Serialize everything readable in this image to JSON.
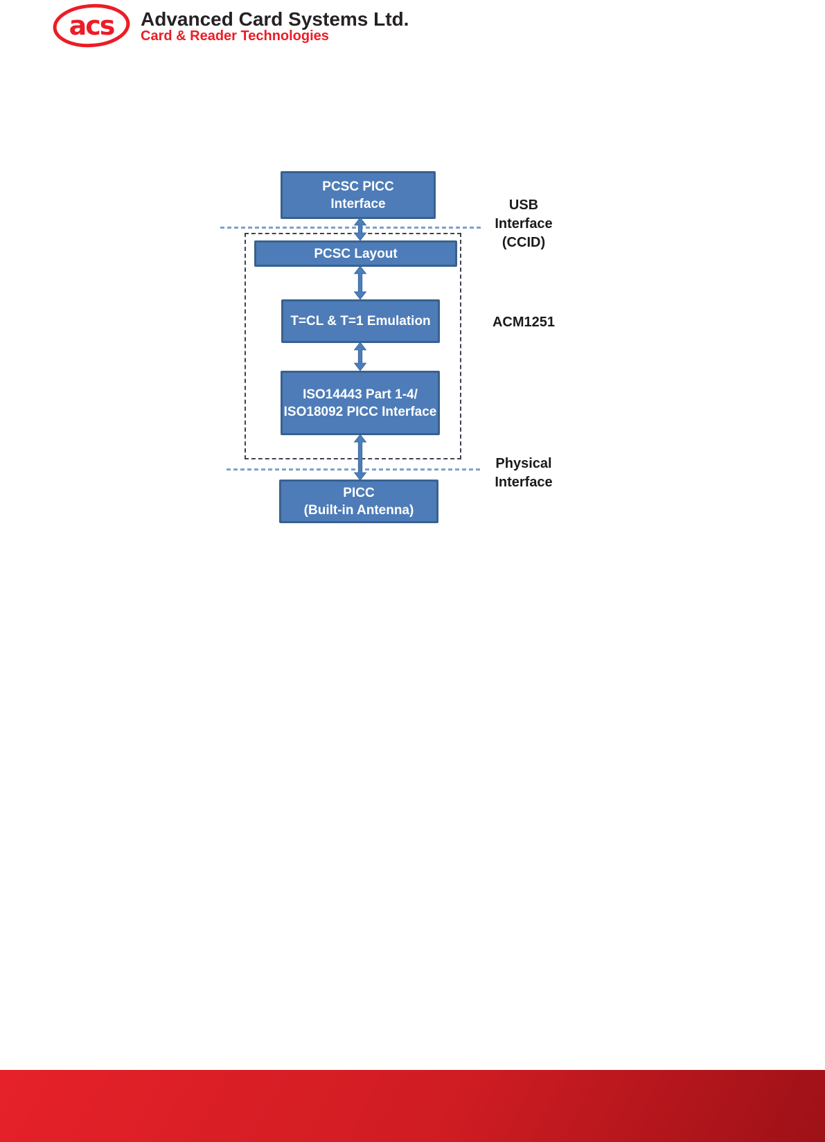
{
  "header": {
    "logo_text": "acs",
    "company_name": "Advanced Card Systems Ltd.",
    "tagline": "Card & Reader Technologies"
  },
  "diagram": {
    "boxes": [
      {
        "id": "pcsc-picc-interface",
        "text": "PCSC PICC\nInterface"
      },
      {
        "id": "pcsc-layout",
        "text": "PCSC Layout"
      },
      {
        "id": "t-cl-t1-emulation",
        "text": "T=CL & T=1 Emulation"
      },
      {
        "id": "iso-picc-interface",
        "text": "ISO14443 Part 1-4/\nISO18092 PICC Interface"
      },
      {
        "id": "picc-built-in-antenna",
        "text": "PICC\n(Built-in Antenna)"
      }
    ],
    "labels": {
      "usb": "USB\nInterface\n(CCID)",
      "acm": "ACM1251",
      "physical": "Physical\nInterface"
    }
  },
  "colors": {
    "box_fill": "#4d7cb8",
    "box_border": "#39618f",
    "arrow": "#4a7ebc",
    "dashed_blue": "#7da0cf",
    "dashed_dark": "#3c4250",
    "brand_red": "#ec1c26",
    "footer_grad_start": "#e62129",
    "footer_grad_end": "#9d1117"
  }
}
